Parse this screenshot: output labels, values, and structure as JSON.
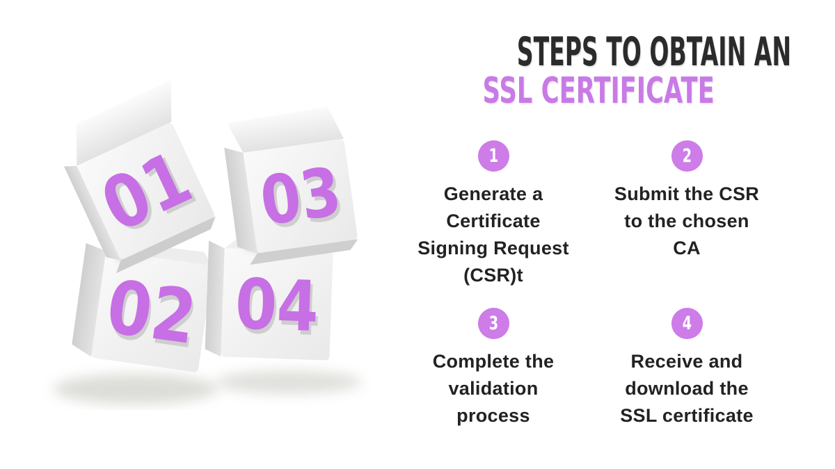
{
  "palette": {
    "accent_purple": "#c87ae6",
    "badge_purple": "#cd7ce8",
    "number_purple": "#c76fe4",
    "heading_ink": "#2b2b2b",
    "body_text": "#222222",
    "background": "#ffffff"
  },
  "header": {
    "line1": "STEPS TO OBTAIN AN",
    "line2": "SSL CERTIFICATE"
  },
  "illustration": {
    "description": "four white 3d cubes with purple step numbers",
    "cubes": [
      {
        "label": "01"
      },
      {
        "label": "02"
      },
      {
        "label": "03"
      },
      {
        "label": "04"
      }
    ]
  },
  "steps": [
    {
      "number": "1",
      "lines": [
        "Generate a",
        "Certificate",
        "Signing Request",
        "(CSR)t"
      ]
    },
    {
      "number": "2",
      "lines": [
        "Submit the CSR",
        "to the chosen",
        "CA"
      ]
    },
    {
      "number": "3",
      "lines": [
        "Complete the",
        "validation",
        "process"
      ]
    },
    {
      "number": "4",
      "lines": [
        "Receive and",
        "download the",
        "SSL certificate"
      ]
    }
  ]
}
